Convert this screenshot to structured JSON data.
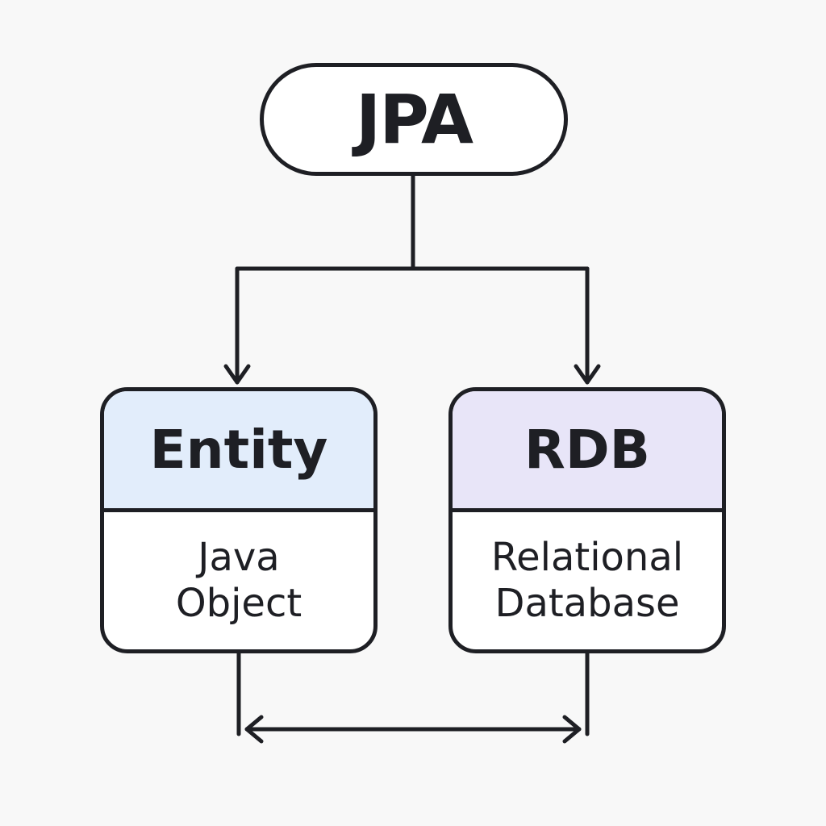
{
  "colors": {
    "background": "#f8f8f8",
    "stroke": "#1e1f24",
    "entity_header": "#e2edfb",
    "rdb_header": "#e8e5f8",
    "card_body": "#ffffff"
  },
  "root": {
    "label": "JPA"
  },
  "entity": {
    "title": "Entity",
    "lines": [
      "Java",
      "Object"
    ]
  },
  "rdb": {
    "title": "RDB",
    "lines": [
      "Relational",
      "Database"
    ]
  }
}
